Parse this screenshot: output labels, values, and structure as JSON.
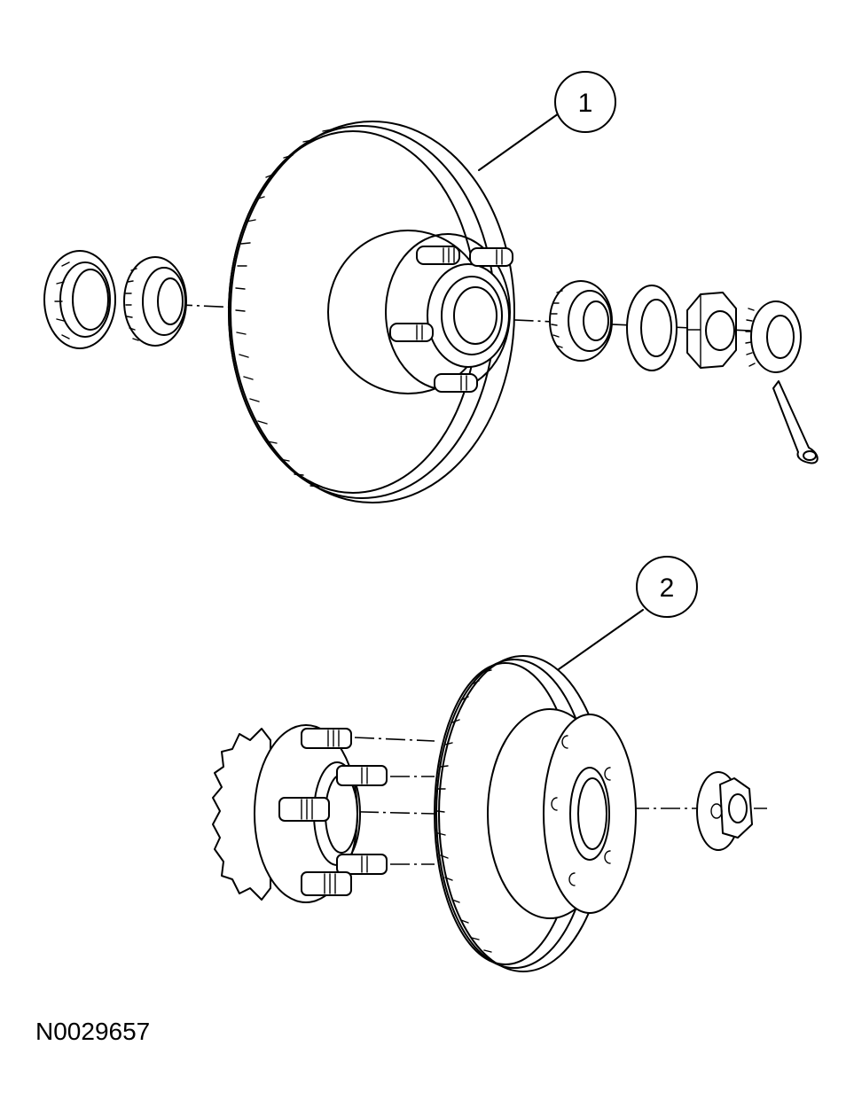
{
  "callouts": [
    {
      "label": "1"
    },
    {
      "label": "2"
    }
  ],
  "figure_id": "N0029657",
  "colors": {
    "line": "#000000",
    "background": "#ffffff"
  }
}
